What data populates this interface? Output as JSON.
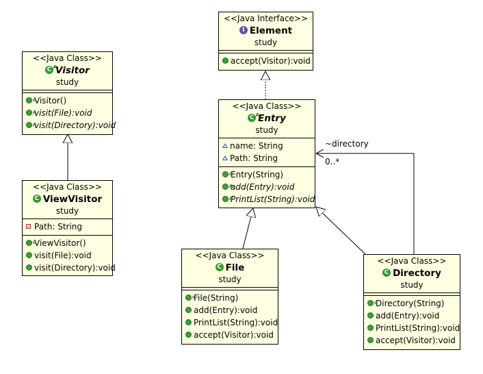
{
  "classes": {
    "element": {
      "stereotype": "<<Java Interface>>",
      "name": "Element",
      "package": "study",
      "attributes": [],
      "operations": [
        {
          "text": "accept(Visitor):void",
          "abstract": false,
          "icon": "public-method-icon"
        }
      ]
    },
    "visitor": {
      "stereotype": "<<Java Class>>",
      "name": "Visitor",
      "package": "study",
      "abstract": true,
      "attributes": [],
      "operations": [
        {
          "text": "Visitor()",
          "abstract": false,
          "icon": "constructor-icon"
        },
        {
          "text": "visit(File):void",
          "abstract": true,
          "icon": "abstract-method-icon"
        },
        {
          "text": "visit(Directory):void",
          "abstract": true,
          "icon": "abstract-method-icon"
        }
      ]
    },
    "entry": {
      "stereotype": "<<Java Class>>",
      "name": "Entry",
      "package": "study",
      "abstract": true,
      "attributes": [
        {
          "text": "name: String",
          "icon": "package-field-icon"
        },
        {
          "text": "Path: String",
          "icon": "package-field-icon"
        }
      ],
      "operations": [
        {
          "text": "Entry(String)",
          "abstract": false,
          "icon": "constructor-icon"
        },
        {
          "text": "add(Entry):void",
          "abstract": true,
          "icon": "abstract-method-icon"
        },
        {
          "text": "PrintList(String):void",
          "abstract": true,
          "icon": "abstract-method-icon"
        }
      ]
    },
    "viewvisitor": {
      "stereotype": "<<Java Class>>",
      "name": "ViewVisitor",
      "package": "study",
      "abstract": false,
      "attributes": [
        {
          "text": "Path: String",
          "icon": "private-field-icon"
        }
      ],
      "operations": [
        {
          "text": "ViewVisitor()",
          "abstract": false,
          "icon": "constructor-icon"
        },
        {
          "text": "visit(File):void",
          "abstract": false,
          "icon": "public-method-icon"
        },
        {
          "text": "visit(Directory):void",
          "abstract": false,
          "icon": "public-method-icon"
        }
      ]
    },
    "file": {
      "stereotype": "<<Java Class>>",
      "name": "File",
      "package": "study",
      "abstract": false,
      "attributes": [],
      "operations": [
        {
          "text": "File(String)",
          "abstract": false,
          "icon": "constructor-icon"
        },
        {
          "text": "add(Entry):void",
          "abstract": false,
          "icon": "public-method-icon"
        },
        {
          "text": "PrintList(String):void",
          "abstract": false,
          "icon": "public-method-icon"
        },
        {
          "text": "accept(Visitor):void",
          "abstract": false,
          "icon": "public-method-icon"
        }
      ]
    },
    "directory": {
      "stereotype": "<<Java Class>>",
      "name": "Directory",
      "package": "study",
      "abstract": false,
      "attributes": [],
      "operations": [
        {
          "text": "Directory(String)",
          "abstract": false,
          "icon": "constructor-icon"
        },
        {
          "text": "add(Entry):void",
          "abstract": false,
          "icon": "public-method-icon"
        },
        {
          "text": "PrintList(String):void",
          "abstract": false,
          "icon": "public-method-icon"
        },
        {
          "text": "accept(Visitor):void",
          "abstract": false,
          "icon": "public-method-icon"
        }
      ]
    }
  },
  "relations": [
    {
      "id": "entry-implements-element",
      "kind": "realization",
      "from": "Entry",
      "to": "Element"
    },
    {
      "id": "viewvisitor-extends-visitor",
      "kind": "generalization",
      "from": "ViewVisitor",
      "to": "Visitor"
    },
    {
      "id": "file-extends-entry",
      "kind": "generalization",
      "from": "File",
      "to": "Entry"
    },
    {
      "id": "directory-extends-entry",
      "kind": "generalization",
      "from": "Directory",
      "to": "Entry"
    },
    {
      "id": "directory-association-entry",
      "kind": "association",
      "from": "Directory",
      "to": "Entry",
      "role": "~directory",
      "multiplicity": "0..*"
    }
  ]
}
